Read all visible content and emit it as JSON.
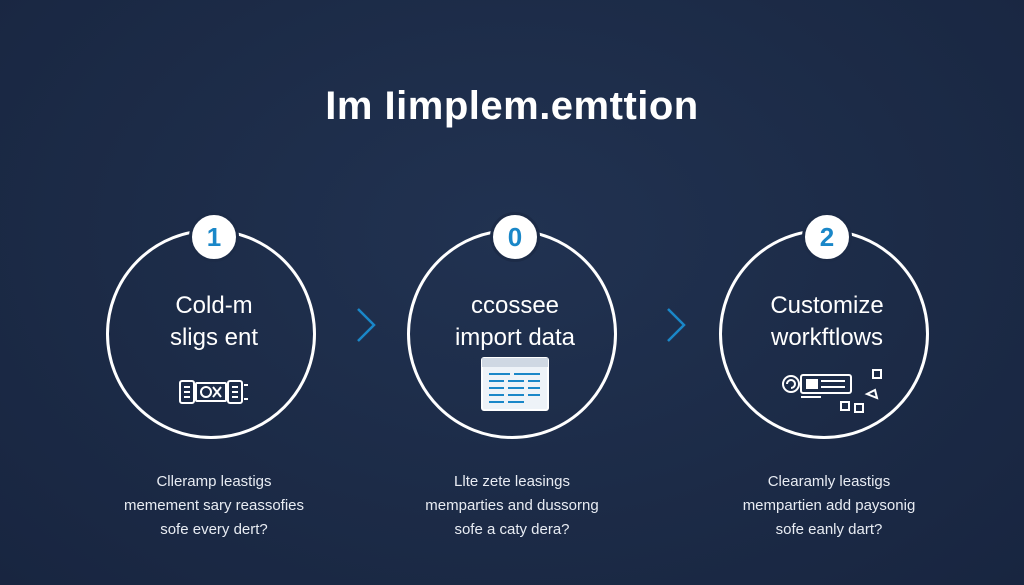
{
  "title": "Im Iimplem.emttion",
  "colors": {
    "background": "#1c2b47",
    "accent": "#1a87c8",
    "stroke": "#ffffff"
  },
  "steps": [
    {
      "number": "1",
      "label_line1": "Cold-m",
      "label_line2": "sligs ent",
      "icon": "hardware-icon",
      "desc_line1": "Clleramp leastigs",
      "desc_line2": "memement sary reassofies",
      "desc_line3": "sofe every dert?"
    },
    {
      "number": "0",
      "label_line1": "ccossee",
      "label_line2": "import data",
      "icon": "spreadsheet-icon",
      "desc_line1": "Llte zete leasings",
      "desc_line2": "memparties and dussorng",
      "desc_line3": "sofe a caty dera?"
    },
    {
      "number": "2",
      "label_line1": "Customize",
      "label_line2": "workftlows",
      "icon": "workflow-icon",
      "desc_line1": "Clearamly leastigs",
      "desc_line2": "mempartien add paysonig",
      "desc_line3": "sofe eanly dart?"
    }
  ],
  "arrows": [
    "chevron-right-icon",
    "chevron-right-icon"
  ]
}
